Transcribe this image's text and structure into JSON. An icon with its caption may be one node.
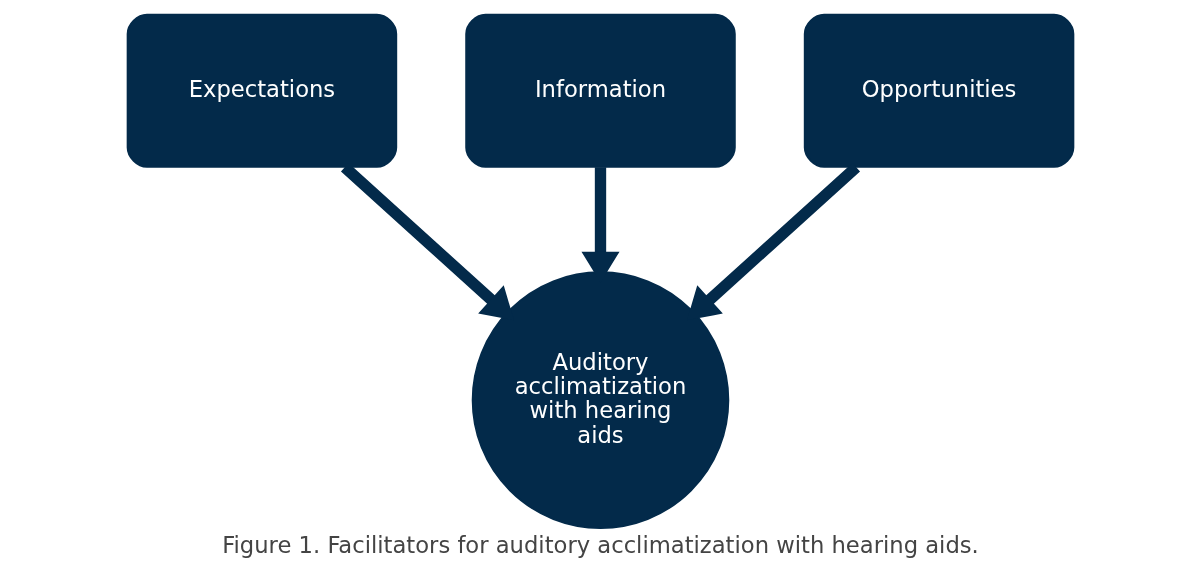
{
  "diagram": {
    "caption": "Figure 1. Facilitators for auditory acclimatization with hearing aids.",
    "nodes": [
      {
        "text": [
          "Expectations"
        ]
      },
      {
        "text": [
          "Information"
        ]
      },
      {
        "text": [
          "Opportunities"
        ]
      },
      {
        "text": [
          "Auditory acclimatization with hearing aids"
        ]
      }
    ],
    "edges": [
      {
        "from": 0,
        "to": 3,
        "arrow": "to"
      },
      {
        "from": 1,
        "to": 3,
        "arrow": "to"
      },
      {
        "from": 2,
        "to": 3,
        "arrow": "to"
      }
    ]
  }
}
